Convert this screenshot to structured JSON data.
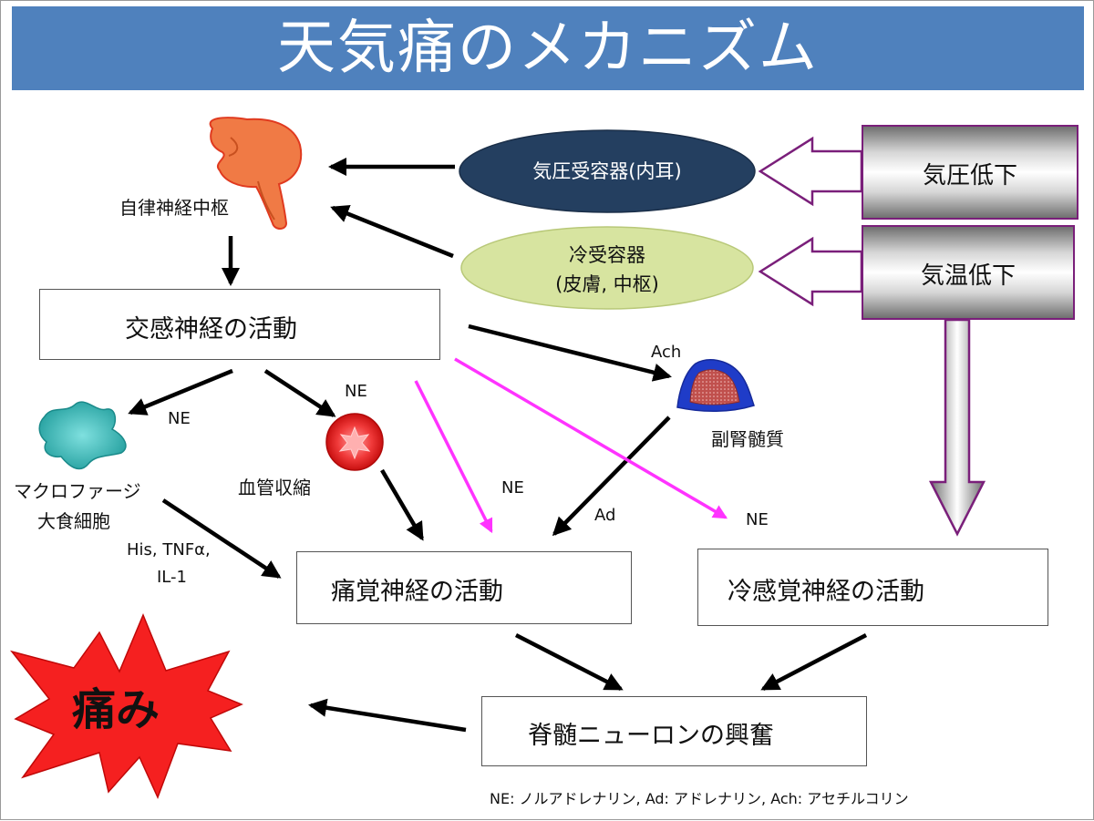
{
  "title": "天気痛のメカニズム",
  "triggers": {
    "pressure_drop": "気圧低下",
    "temperature_drop": "気温低下"
  },
  "receptors": {
    "pressure": "気圧受容器(内耳)",
    "cold_line1": "冷受容器",
    "cold_line2": "(皮膚, 中枢)"
  },
  "nodes": {
    "autonomic_center": "自律神経中枢",
    "sympathetic": "交感神経の活動",
    "pain_nerve": "痛覚神経の活動",
    "cold_nerve": "冷感覚神経の活動",
    "spinal": "脊髄ニューロンの興奮",
    "pain": "痛み",
    "macrophage_line1": "マクロファージ",
    "macrophage_line2": "大食細胞",
    "vasoconstriction": "血管収縮",
    "adrenal_medulla": "副腎髄質"
  },
  "edge_labels": {
    "ne_macrophage": "NE",
    "ne_vessel": "NE",
    "ne_pain": "NE",
    "ne_cold": "NE",
    "ach": "Ach",
    "ad": "Ad",
    "mediators_line1": "His, TNFα,",
    "mediators_line2": "IL-1"
  },
  "footnote": "NE: ノルアドレナリン, Ad: アドレナリン, Ach: アセチルコリン",
  "colors": {
    "title_bar": "#4f81bd",
    "pressure_receptor": "#243f60",
    "cold_receptor": "#d7e4a0",
    "brain": "#f07a45",
    "macrophage": "#3bbab9",
    "vessel": "#e8202a",
    "adrenal_outer": "#1f3cc8",
    "adrenal_inner": "#c0504d",
    "ne_arrow": "#ff33ff",
    "trigger_border": "#7a1f7a",
    "pain_star": "#f52020"
  }
}
